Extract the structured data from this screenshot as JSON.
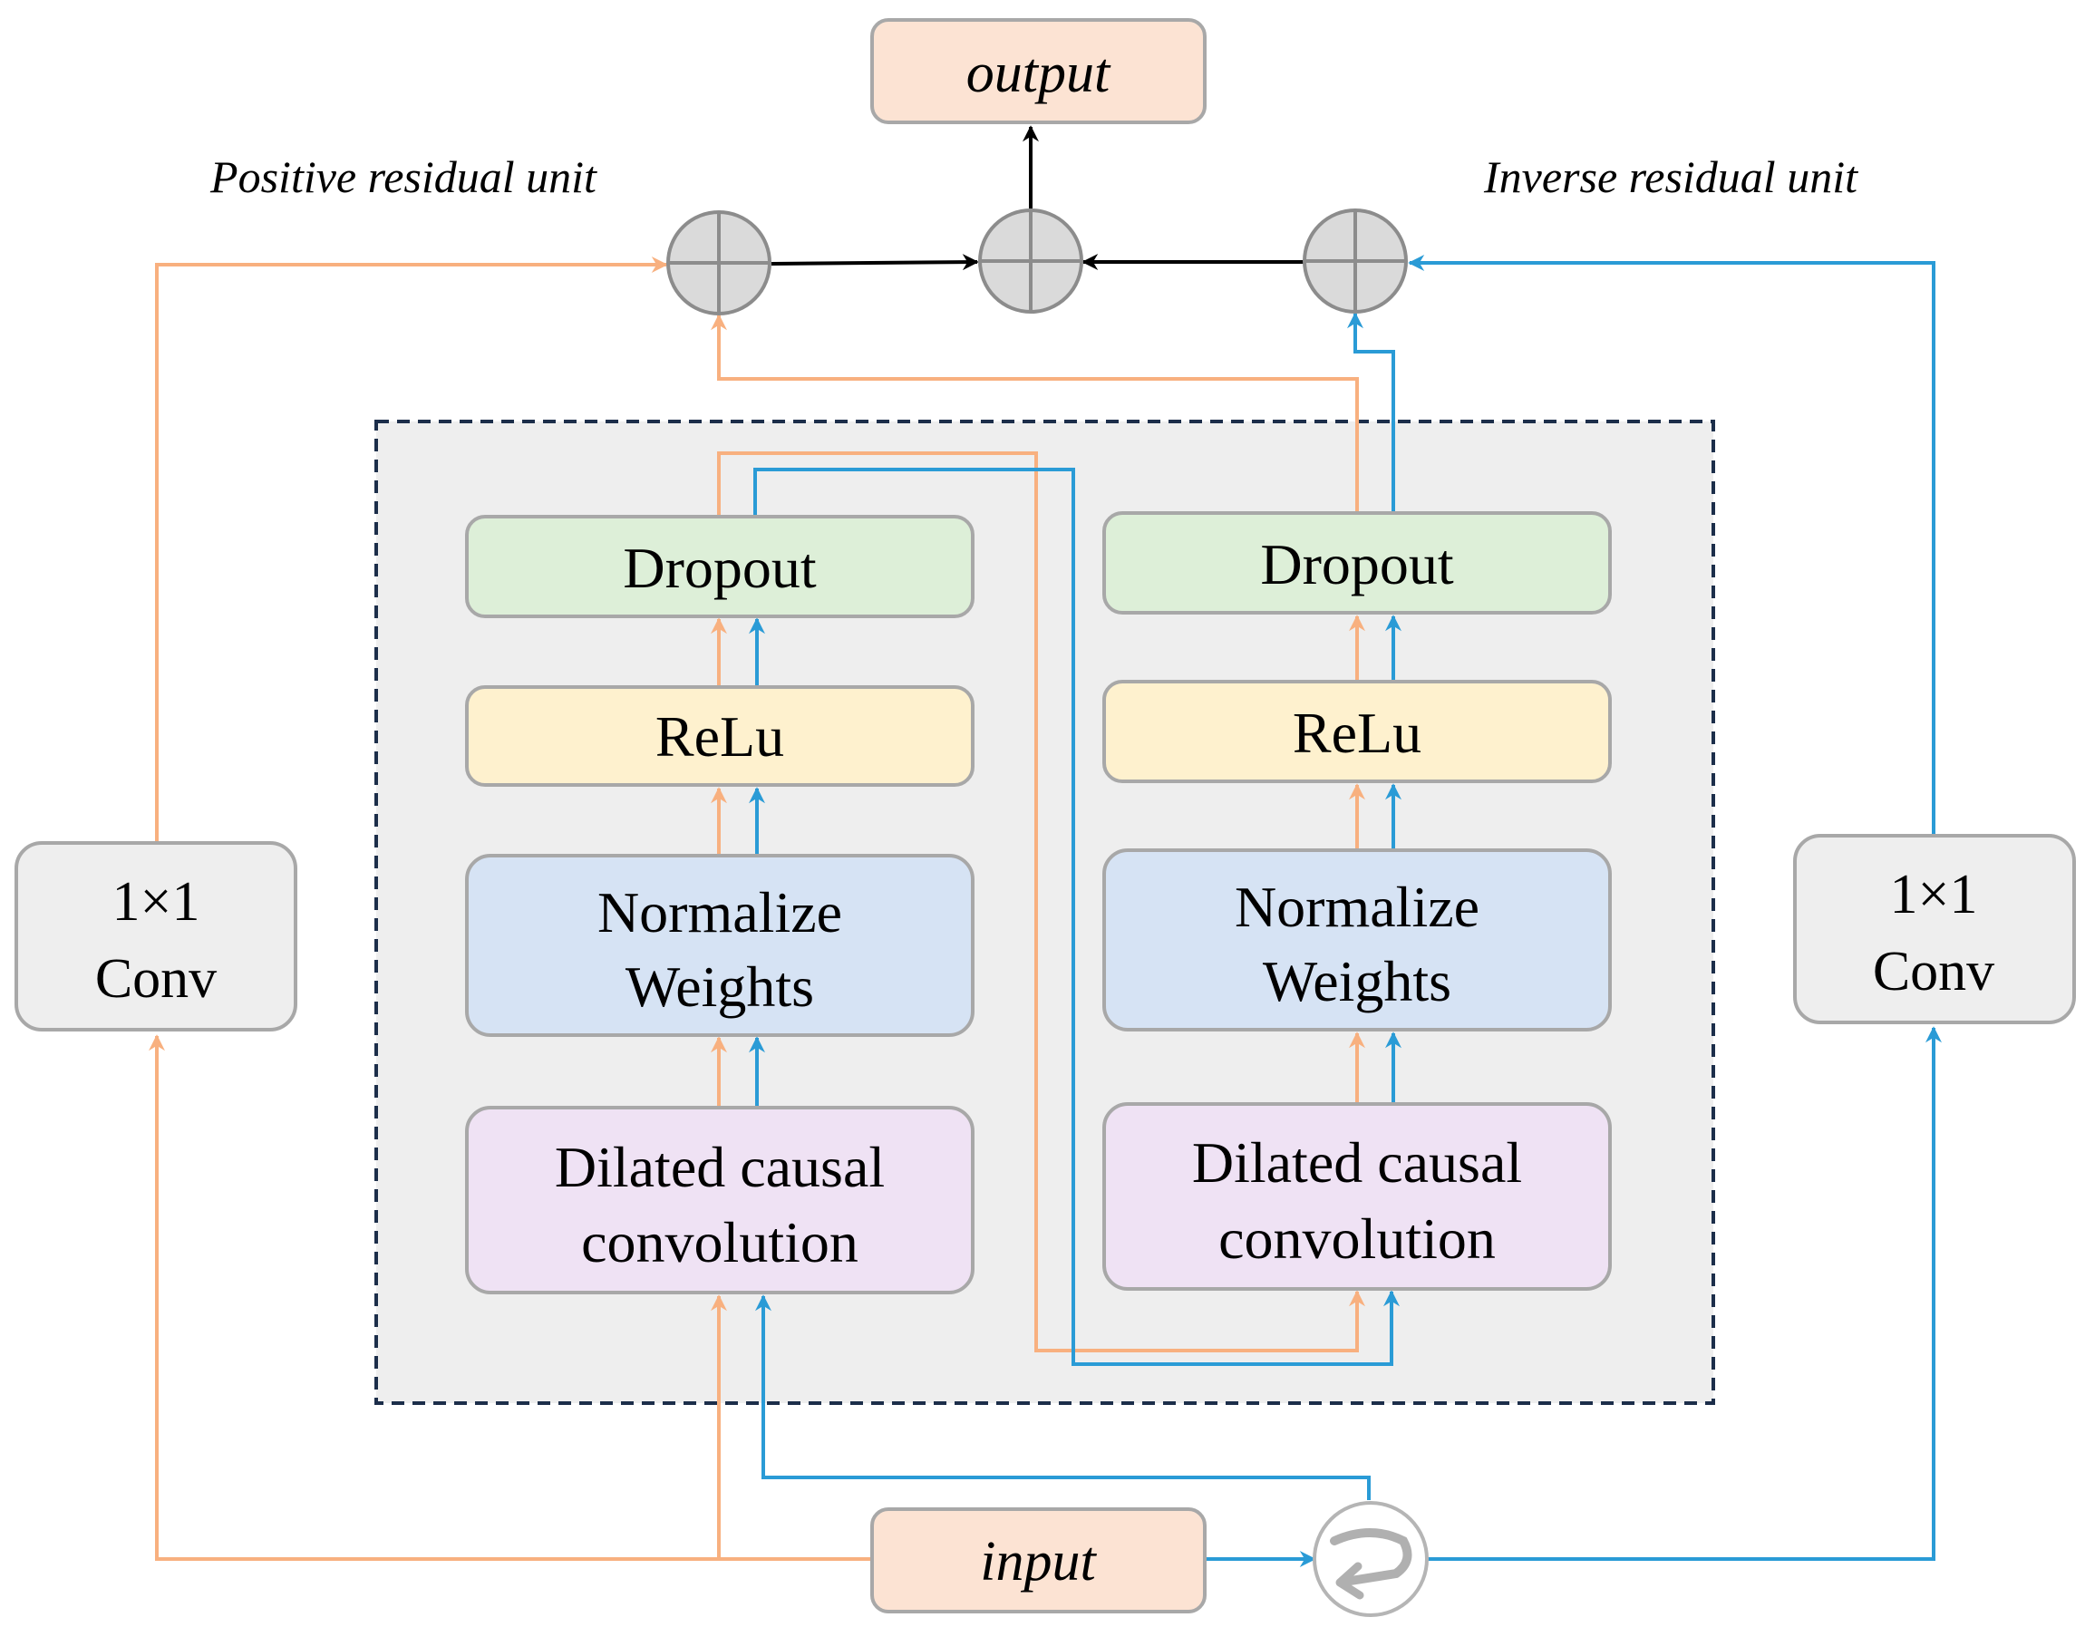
{
  "labels": {
    "output": "output",
    "input": "input",
    "positive_unit": "Positive residual unit",
    "inverse_unit": "Inverse residual unit",
    "conv_left_line1": "1×1",
    "conv_left_line2": "Conv",
    "conv_right_line1": "1×1",
    "conv_right_line2": "Conv",
    "left_stack": {
      "dropout": "Dropout",
      "relu": "ReLu",
      "normalize_line1": "Normalize",
      "normalize_line2": "Weights",
      "dilated_line1": "Dilated causal",
      "dilated_line2": "convolution"
    },
    "right_stack": {
      "dropout": "Dropout",
      "relu": "ReLu",
      "normalize_line1": "Normalize",
      "normalize_line2": "Weights",
      "dilated_line1": "Dilated causal",
      "dilated_line2": "convolution"
    }
  },
  "colors": {
    "orange": "#F8B07F",
    "blue": "#2A9BD6",
    "black": "#000000",
    "dashed_border": "#1C2E4A",
    "panel": "#EEEEEE",
    "box_stroke": "#A8A8A8",
    "io_fill": "#FCE3D3",
    "dropout_fill": "#DDEFD8",
    "relu_fill": "#FEF1CE",
    "normalize_fill": "#D6E3F4",
    "dilated_fill": "#EFE2F4",
    "conv_fill": "#EEEEEE",
    "sum_fill": "#DADADA"
  },
  "icons": {
    "sum_node": "circle-plus-icon",
    "reverse_node": "reverse-arrow-icon"
  }
}
